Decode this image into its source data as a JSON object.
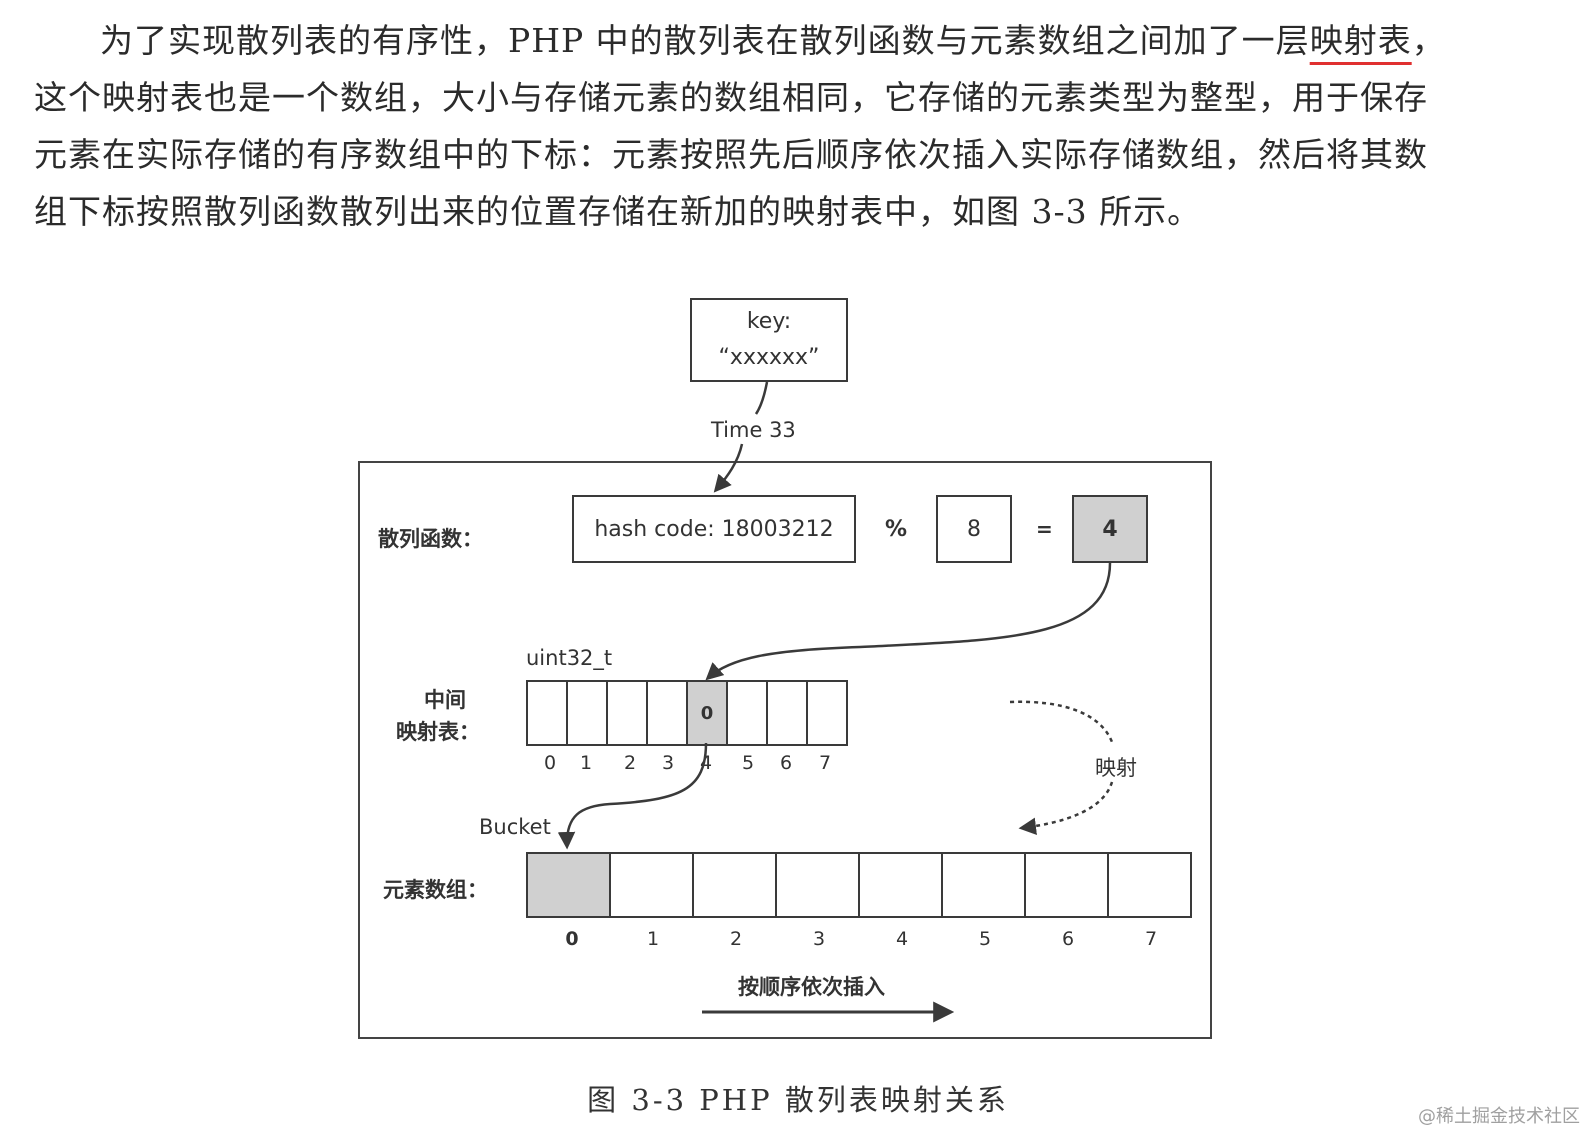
{
  "paragraph": {
    "line1_pre": "为了实现散列表的有序性，PHP 中的散列表在散列函数与元素数组之间加了一层",
    "line1_mark": "映射表",
    "line1_post": "，",
    "line2": "这个映射表也是一个数组，大小与存储元素的数组相同，它存储的元素类型为整型，用于保存",
    "line3": "元素在实际存储的有序数组中的下标：元素按照先后顺序依次插入实际存储数组，然后将其数",
    "line4": "组下标按照散列函数散列出来的位置存储在新加的映射表中，如图 3-3 所示。"
  },
  "diagram": {
    "key_line1": "key:",
    "key_line2": "“xxxxxx”",
    "time33": "Time 33",
    "hash_label": "散列函数：",
    "hash_code": "hash code: 18003212",
    "mod_symbol": "%",
    "modulus": "8",
    "equals": "=",
    "result": "4",
    "uint_label": "uint32_t",
    "map_label_line1": "中间",
    "map_label_line2": "映射表：",
    "map_cells": [
      "",
      "",
      "",
      "",
      "0",
      "",
      "",
      ""
    ],
    "map_indices": [
      "0",
      "1",
      "2",
      "3",
      "4",
      "5",
      "6",
      "7"
    ],
    "map_highlight_index": 4,
    "mapping_label": "映射",
    "bucket_label": "Bucket",
    "elem_label": "元素数组：",
    "elem_indices": [
      "0",
      "1",
      "2",
      "3",
      "4",
      "5",
      "6",
      "7"
    ],
    "elem_highlight_index": 0,
    "insert_label": "按顺序依次插入"
  },
  "caption": "图 3-3   PHP 散列表映射关系",
  "watermark": "@稀土掘金技术社区"
}
